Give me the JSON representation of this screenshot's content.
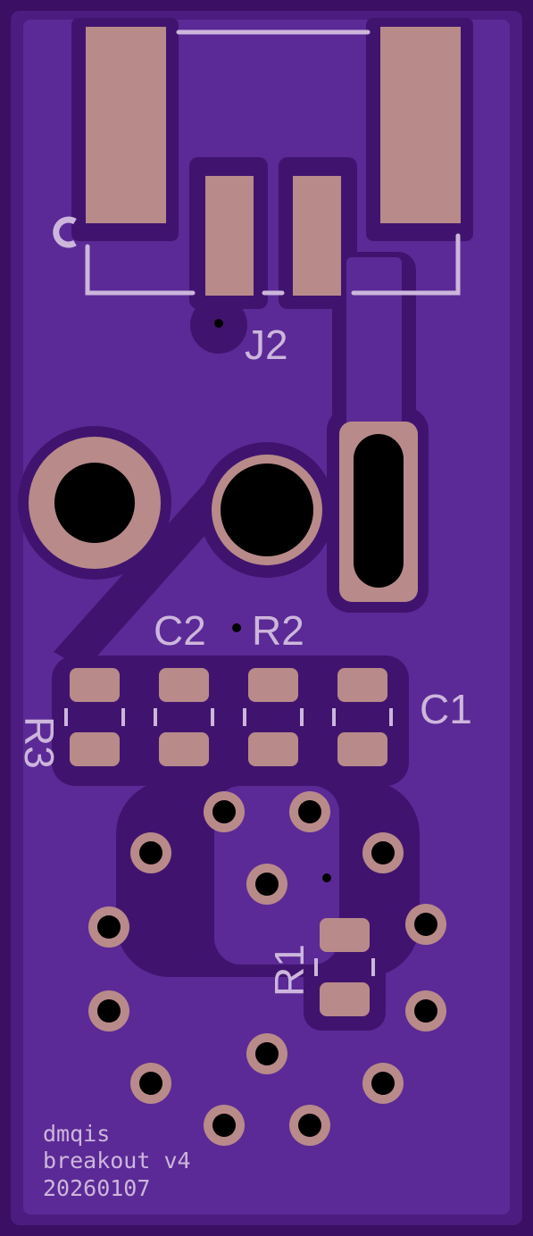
{
  "board": {
    "colors": {
      "outer_edge": "#3b0f63",
      "copper_fill": "#5b2a96",
      "board_face": "#4c1c80",
      "keepout": "#40146e",
      "pad": "#b88a8a",
      "drill": "#000000",
      "silkscreen": "#cdb6dc"
    },
    "labels": {
      "j2": "J2",
      "c2": "C2",
      "r2": "R2",
      "r3": "R3",
      "c1": "C1",
      "r1": "R1"
    },
    "text": {
      "line1": "dmqis",
      "line2": "breakout v4",
      "line3": "20260107"
    }
  }
}
